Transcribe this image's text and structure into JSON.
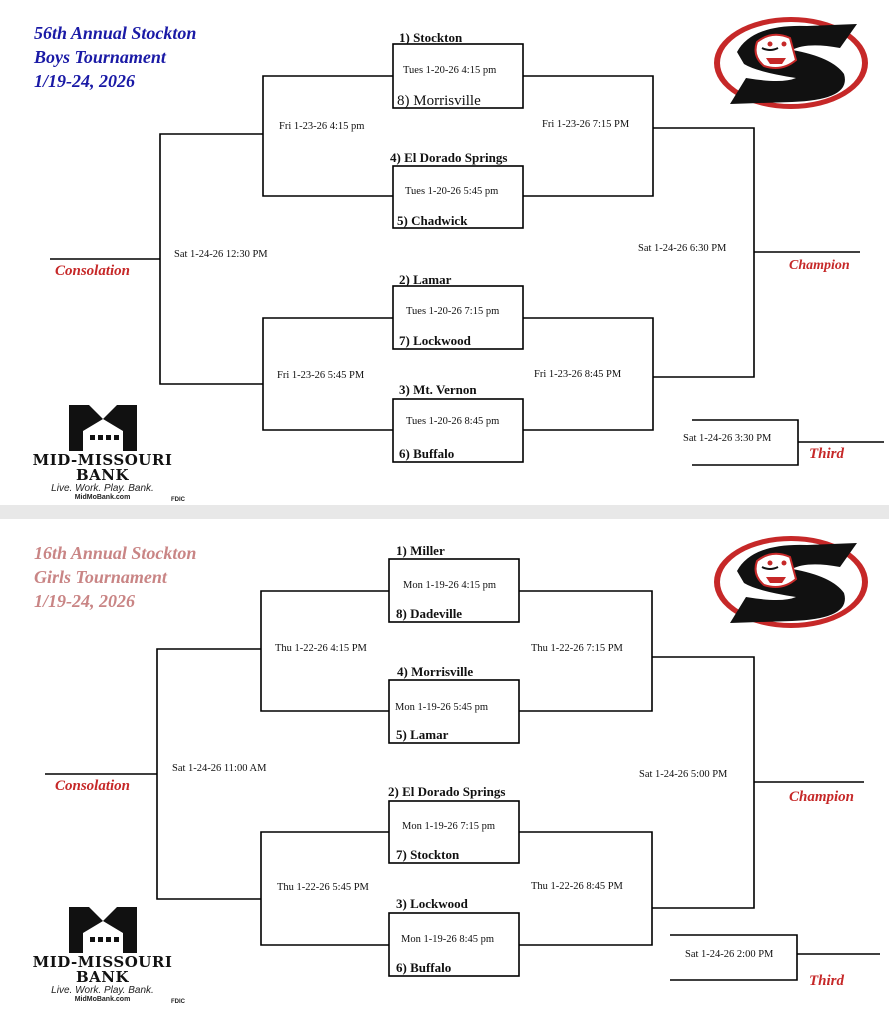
{
  "boys": {
    "title_lines": [
      "56th Annual Stockton",
      "Boys Tournament",
      "1/19-24, 2026"
    ],
    "title_color": "#1a1aa6",
    "teams": [
      "1)  Stockton",
      "8) Morrisville",
      "4) El Dorado Springs",
      "5) Chadwick",
      "2)  Lamar",
      "7)  Lockwood",
      "3)  Mt. Vernon",
      "6)  Buffalo"
    ],
    "first_round_times": [
      "Tues 1-20-26  4:15 pm",
      "Tues 1-20-26  5:45 pm",
      "Tues 1-20-26  7:15 pm",
      "Tues 1-20-26  8:45 pm"
    ],
    "semis_left": [
      "Fri 1-23-26  4:15 pm",
      "Fri 1-23-26   5:45 PM"
    ],
    "semis_right": [
      "Fri 1-23-26   7:15 PM",
      "Fri 1-23-26     8:45 PM"
    ],
    "consolation_time": "Sat 1-24-26  12:30 PM",
    "championship_time": "Sat 1-24-26  6:30 PM",
    "third_time": "Sat 1-24-26  3:30 PM",
    "consolation_label": "Consolation",
    "champion_label": "Champion",
    "third_label": "Third"
  },
  "girls": {
    "title_lines": [
      "16th Annual Stockton",
      "Girls Tournament",
      "1/19-24, 2026"
    ],
    "title_color": "#c98585",
    "teams": [
      "1)  Miller",
      "8)  Dadeville",
      "4) Morrisville",
      "5)  Lamar",
      "2) El Dorado Springs",
      "7)  Stockton",
      "3)  Lockwood",
      "6)  Buffalo"
    ],
    "first_round_times": [
      "Mon 1-19-26  4:15 pm",
      "Mon 1-19-26  5:45 pm",
      "Mon 1-19-26  7:15 pm",
      "Mon 1-19-26  8:45 pm"
    ],
    "semis_left": [
      "Thu 1-22-26  4:15 PM",
      "Thu 1-22-26 5:45 PM"
    ],
    "semis_right": [
      "Thu 1-22-26  7:15 PM",
      "Thu 1-22-26    8:45 PM"
    ],
    "consolation_time": "Sat 1-24-26  11:00  AM",
    "championship_time": "Sat 1-24-26   5:00 PM",
    "third_time": "Sat 1-24-26  2:00 PM",
    "consolation_label": "Consolation",
    "champion_label": "Champion",
    "third_label": "Third"
  },
  "sponsor": {
    "name_line1": "MID-MISSOURI",
    "name_line2": "BANK",
    "tagline": "Live. Work. Play. Bank.",
    "url": "MidMoBank.com",
    "fdic": "FDIC"
  },
  "colors": {
    "accent_red": "#c62828",
    "boys_title": "#1a1aa6",
    "girls_title": "#c98585",
    "line": "#000000"
  },
  "icons": {
    "team_logo": "stockton-tiger-s-logo",
    "bank_logo": "mid-missouri-bank-house-logo"
  }
}
